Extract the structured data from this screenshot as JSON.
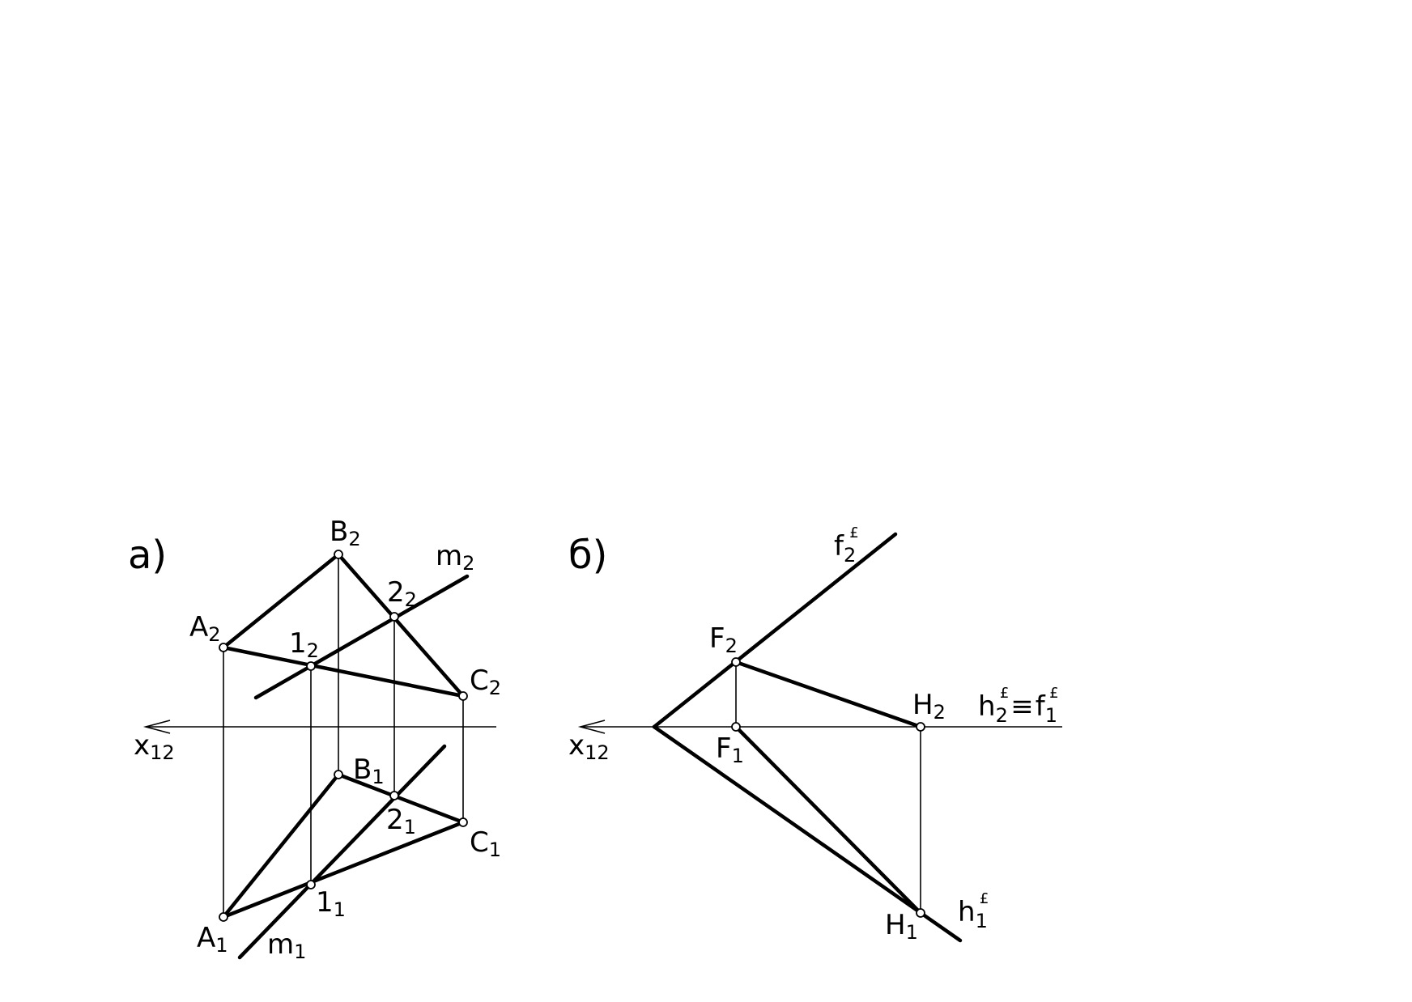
{
  "panel_a": {
    "label": "a)",
    "axis_label": "x",
    "axis_sub": "12",
    "labels": {
      "B2": {
        "main": "B",
        "sub": "2"
      },
      "A2": {
        "main": "A",
        "sub": "2"
      },
      "C2": {
        "main": "C",
        "sub": "2"
      },
      "one2": {
        "main": "1",
        "sub": "2"
      },
      "two2": {
        "main": "2",
        "sub": "2"
      },
      "m2": {
        "main": "m",
        "sub": "2"
      },
      "B1": {
        "main": "B",
        "sub": "1"
      },
      "C1": {
        "main": "C",
        "sub": "1"
      },
      "A1": {
        "main": "A",
        "sub": "1"
      },
      "one1": {
        "main": "1",
        "sub": "1"
      },
      "two1": {
        "main": "2",
        "sub": "1"
      },
      "m1": {
        "main": "m",
        "sub": "1"
      }
    }
  },
  "panel_b": {
    "label": "б)",
    "axis_label": "x",
    "axis_sub": "12",
    "labels": {
      "f2": {
        "main": "f",
        "sub": "2",
        "sup": "£"
      },
      "F2": {
        "main": "F",
        "sub": "2"
      },
      "F1": {
        "main": "F",
        "sub": "1"
      },
      "H2": {
        "main": "H",
        "sub": "2"
      },
      "H1": {
        "main": "H",
        "sub": "1"
      },
      "h1": {
        "main": "h",
        "sub": "1",
        "sup": "£"
      },
      "h2f1": {
        "main1": "h",
        "sub1": "2",
        "sup1": "£",
        "equiv": "≡",
        "main2": "f",
        "sub2": "1",
        "sup2": "£"
      }
    }
  }
}
